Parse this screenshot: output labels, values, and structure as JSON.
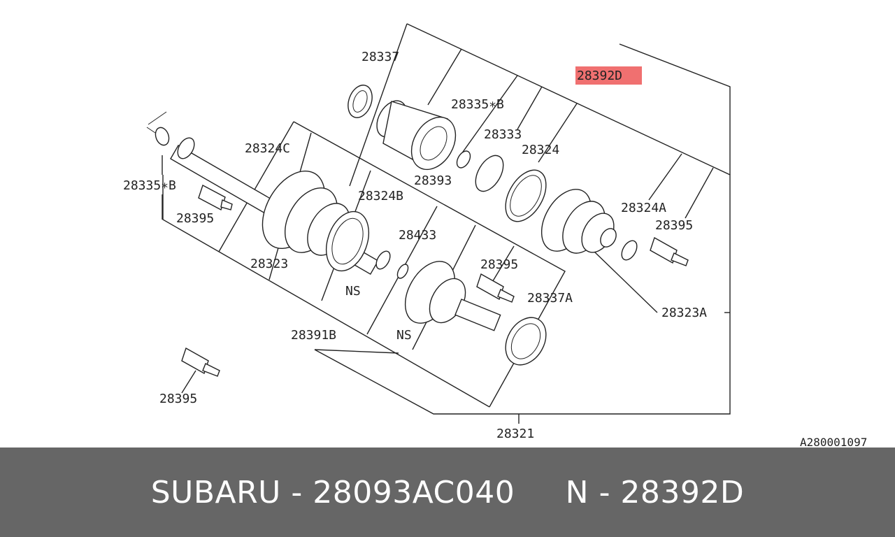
{
  "diagram": {
    "highlight_color": "#f07070",
    "labels": {
      "l28337": "28337",
      "l28392d": "28392D",
      "l28335b_top": "28335∗B",
      "l28333": "28333",
      "l28324": "28324",
      "l28324c": "28324C",
      "l28335b_left": "28335∗B",
      "l28393": "28393",
      "l28324b": "28324B",
      "l28395_left": "28395",
      "l28433": "28433",
      "l28324a": "28324A",
      "l28395_right": "28395",
      "l28323": "28323",
      "l28395_mid": "28395",
      "l28337a": "28337A",
      "ns1": "NS",
      "ns2": "NS",
      "l28323a": "28323A",
      "l28391b": "28391B",
      "l28395_bottom": "28395",
      "l28321": "28321",
      "ref_code": "A280001097"
    }
  },
  "footer": {
    "text": "SUBARU - 28093AC040     N - 28392D"
  }
}
